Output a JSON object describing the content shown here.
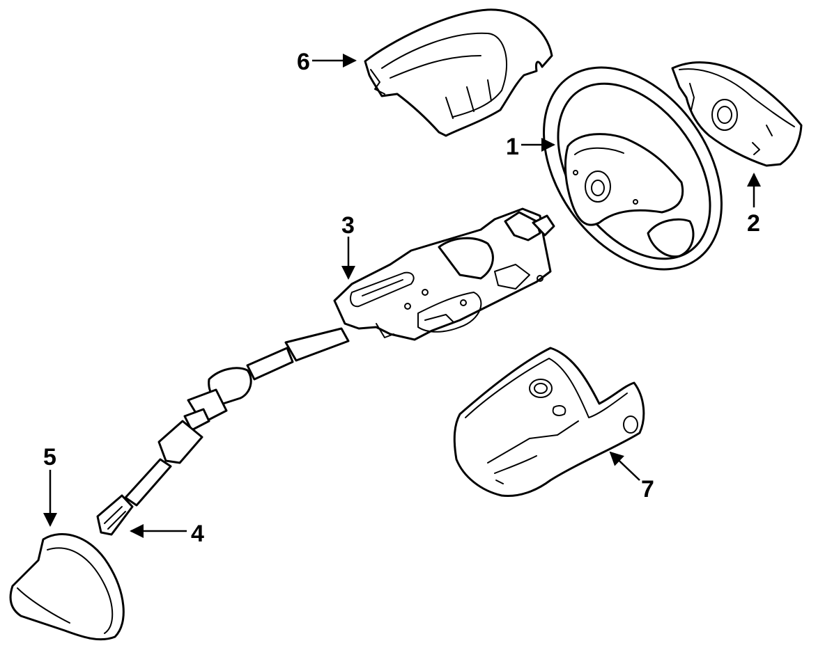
{
  "callouts": {
    "steering_wheel": "1",
    "airbag_module": "2",
    "steering_column": "3",
    "intermediate_shaft": "4",
    "boot_seal": "5",
    "upper_shroud": "6",
    "lower_shroud": "7"
  },
  "colors": {
    "line": "#000000",
    "background": "#ffffff"
  }
}
